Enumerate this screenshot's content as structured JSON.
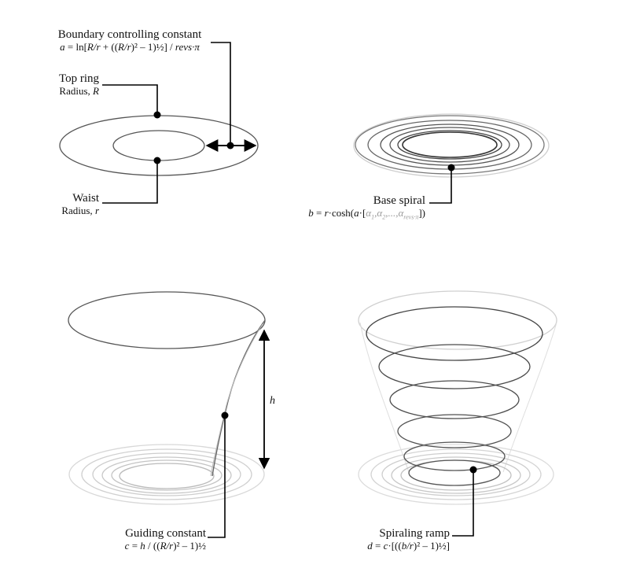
{
  "panels": {
    "boundary": {
      "title": "Boundary controlling constant",
      "formula_a": "a",
      "formula_eq": " = ln[",
      "formula_Rr": "R/r",
      "formula_mid": " + ((",
      "formula_Rr2": "R/r",
      "formula_end": ")² – 1)½] / ",
      "formula_revs": "revs",
      "formula_pi": "·π"
    },
    "top_ring": {
      "title": "Top ring",
      "subtitle": "Radius, ",
      "var": "R"
    },
    "waist": {
      "title": "Waist",
      "subtitle": "Radius, ",
      "var": "r"
    },
    "base_spiral": {
      "title": "Base spiral",
      "f_b": "b",
      "f_eq": " = ",
      "f_r": "r",
      "f_cosh": "·cosh(",
      "f_a": "a",
      "f_dot": "·[",
      "f_alpha": "α",
      "f_s1": "1",
      "f_comma": ",α",
      "f_s2": "2",
      "f_dots": ",...,α",
      "f_s3": "revs·π",
      "f_close": "])"
    },
    "guiding": {
      "title": "Guiding constant",
      "f_c": "c",
      "f_eq": " = ",
      "f_h": "h",
      "f_rest1": " / ((",
      "f_Rr": "R/r",
      "f_rest2": ")² – 1)½"
    },
    "height": {
      "label": "h"
    },
    "ramp": {
      "title": "Spiraling ramp",
      "f_d": "d",
      "f_eq": " = ",
      "f_c": "c",
      "f_rest1": "·[((",
      "f_br": "b/r",
      "f_rest2": ")² – 1)½]"
    }
  },
  "colors": {
    "stroke": "#555555",
    "light": "#c8c8c8",
    "leader": "#000000"
  }
}
